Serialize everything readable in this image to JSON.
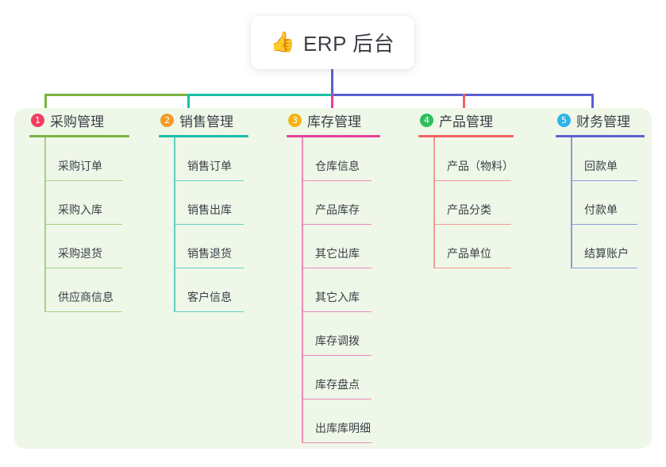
{
  "root": {
    "icon": "thumbs-up-icon",
    "emoji": "👍",
    "title": "ERP 后台"
  },
  "colors": {
    "green": "#7cb342",
    "green_light": "#a9cf82",
    "teal": "#18bfa8",
    "teal_light": "#63cfc2",
    "pink": "#e8409a",
    "pink_light": "#e88ab6",
    "red": "#f4605e",
    "red_light": "#f59a97",
    "blue": "#5b5fd0",
    "blue_light": "#8d9bd8",
    "panel_bg": "#eef7e8",
    "text": "#3b3f46",
    "badge_1": "#ef3e61",
    "badge_2": "#f59b2b",
    "badge_3": "#f5b518",
    "badge_4": "#2dbf5c",
    "badge_5": "#2fb3e8"
  },
  "columns": [
    {
      "index": "1",
      "title": "采购管理",
      "badge_color": "#ef3e61",
      "line_color": "#7cb342",
      "leaf_line_color": "#a9cf82",
      "items": [
        {
          "label": "采购订单"
        },
        {
          "label": "采购入库"
        },
        {
          "label": "采购退货"
        },
        {
          "label": "供应商信息"
        }
      ]
    },
    {
      "index": "2",
      "title": "销售管理",
      "badge_color": "#f59b2b",
      "line_color": "#18bfa8",
      "leaf_line_color": "#63cfc2",
      "items": [
        {
          "label": "销售订单"
        },
        {
          "label": "销售出库"
        },
        {
          "label": "销售退货"
        },
        {
          "label": "客户信息"
        }
      ]
    },
    {
      "index": "3",
      "title": "库存管理",
      "badge_color": "#f5b518",
      "line_color": "#e8409a",
      "leaf_line_color": "#e88ab6",
      "items": [
        {
          "label": "仓库信息"
        },
        {
          "label": "产品库存"
        },
        {
          "label": "其它出库"
        },
        {
          "label": "其它入库"
        },
        {
          "label": "库存调拨"
        },
        {
          "label": "库存盘点"
        },
        {
          "label": "出库库明细"
        }
      ]
    },
    {
      "index": "4",
      "title": "产品管理",
      "badge_color": "#2dbf5c",
      "line_color": "#f4605e",
      "leaf_line_color": "#f59a97",
      "items": [
        {
          "label": "产品（物料）"
        },
        {
          "label": "产品分类"
        },
        {
          "label": "产品单位"
        }
      ]
    },
    {
      "index": "5",
      "title": "财务管理",
      "badge_color": "#2fb3e8",
      "line_color": "#5b5fd0",
      "leaf_line_color": "#8d9bd8",
      "items": [
        {
          "label": "回款单"
        },
        {
          "label": "付款单"
        },
        {
          "label": "结算账户"
        }
      ]
    }
  ]
}
